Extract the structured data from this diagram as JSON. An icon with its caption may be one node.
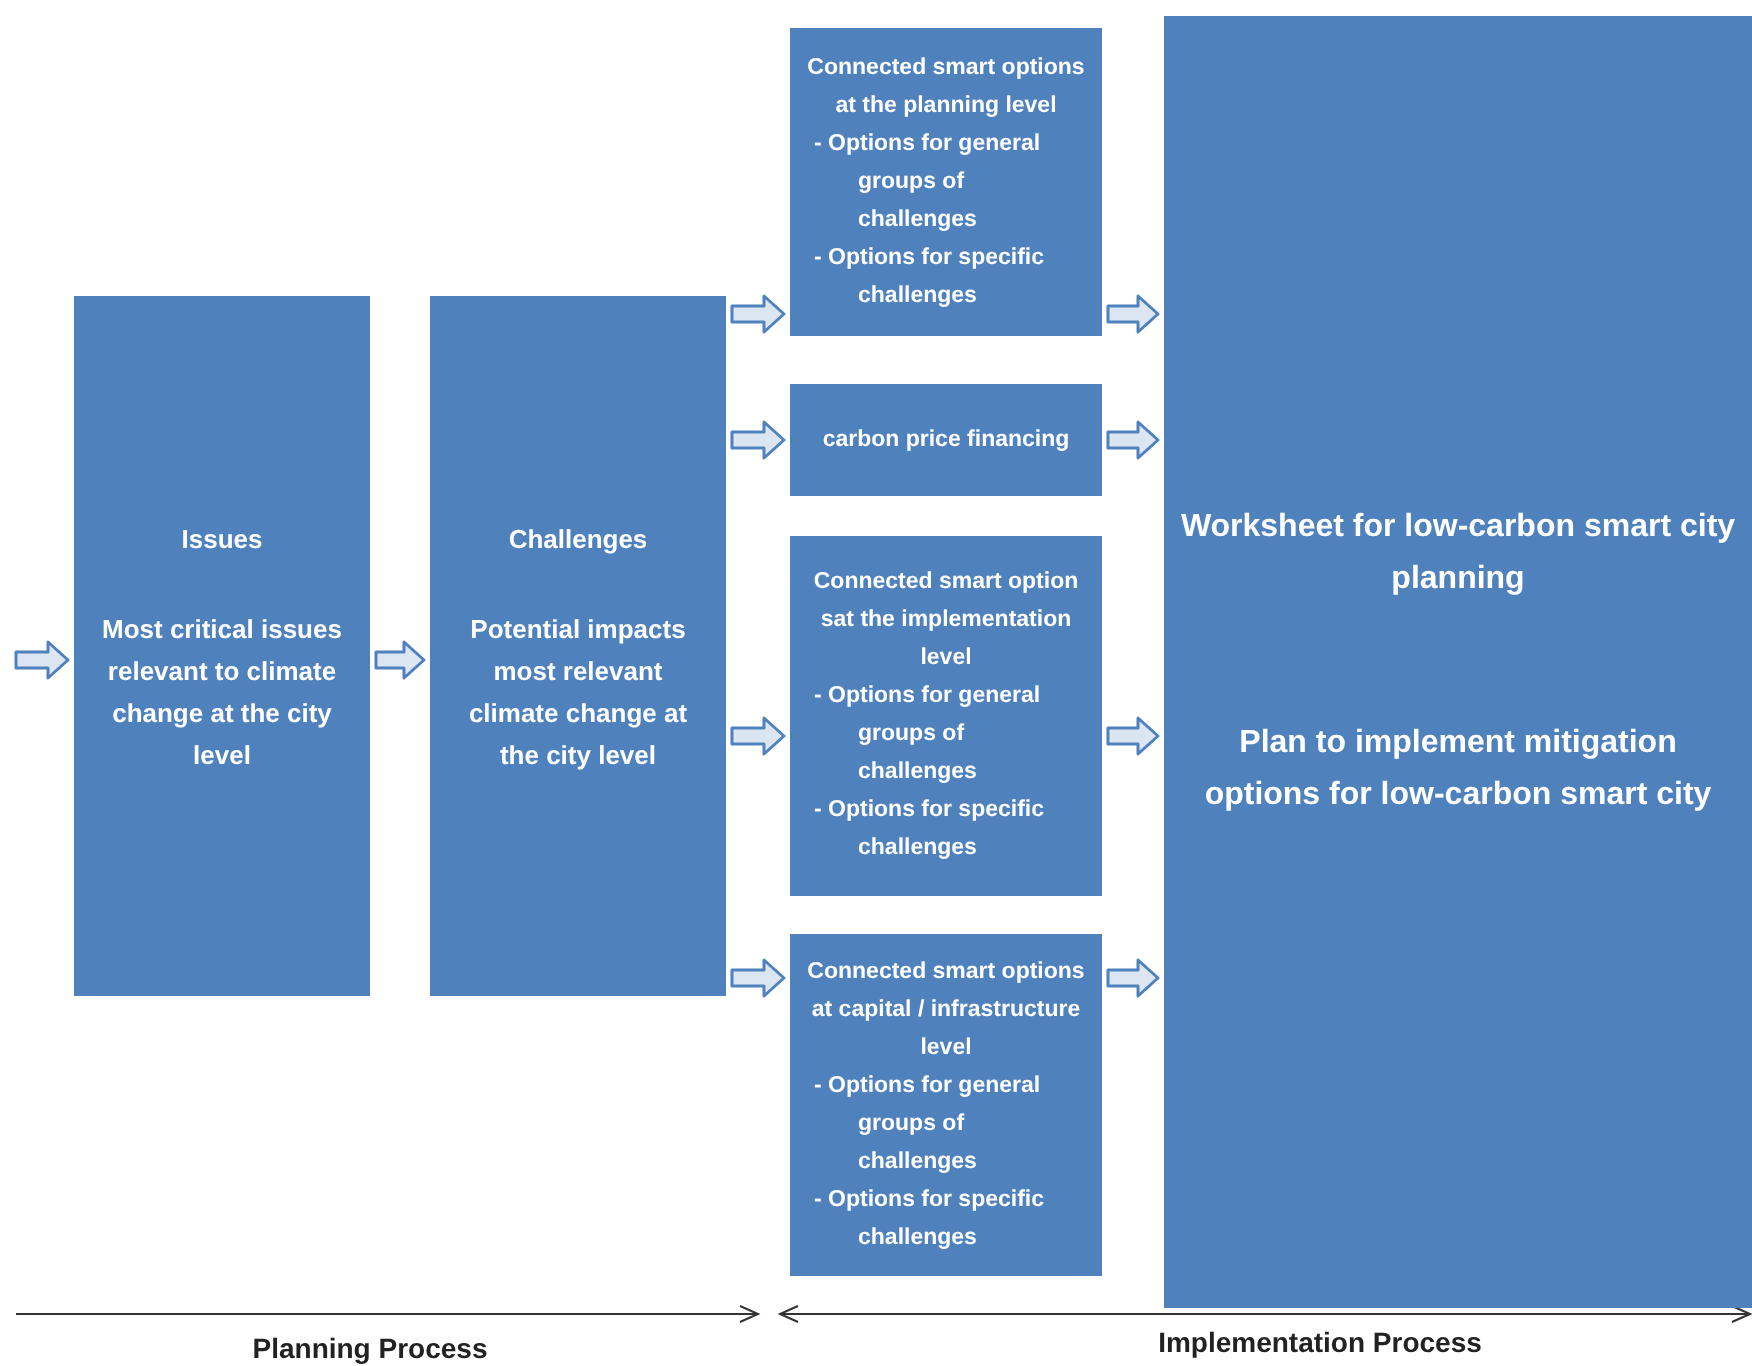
{
  "diagram": {
    "nodes": [
      {
        "text": [
          "Issues",
          "Most critical issues relevant to climate change at the city level"
        ]
      },
      {
        "text": [
          "Challenges",
          "Potential impacts most relevant climate change at the city level"
        ]
      },
      {
        "text": [
          "Connected smart options at the planning level",
          "- Options for general groups of challenges",
          "- Options for specific challenges"
        ]
      },
      {
        "text": [
          "carbon price financing"
        ]
      },
      {
        "text": [
          "Connected smart option sat the implementation level",
          "- Options for general groups of challenges",
          "- Options for specific challenges"
        ]
      },
      {
        "text": [
          "Connected smart options at capital / infrastructure level",
          "- Options for general groups of challenges",
          "- Options for specific challenges"
        ]
      },
      {
        "text": [
          "Worksheet for low-carbon smart city planning",
          "Plan to implement mitigation options for low-carbon smart city"
        ]
      }
    ],
    "edges": [
      {
        "from": null,
        "to": 0,
        "arrow": "to"
      },
      {
        "from": 0,
        "to": 1,
        "arrow": "to"
      },
      {
        "from": 1,
        "to": 2,
        "arrow": "to"
      },
      {
        "from": 1,
        "to": 3,
        "arrow": "to"
      },
      {
        "from": 1,
        "to": 4,
        "arrow": "to"
      },
      {
        "from": 1,
        "to": 5,
        "arrow": "to"
      },
      {
        "from": 2,
        "to": 6,
        "arrow": "to"
      },
      {
        "from": 3,
        "to": 6,
        "arrow": "to"
      },
      {
        "from": 4,
        "to": 6,
        "arrow": "to"
      },
      {
        "from": 5,
        "to": 6,
        "arrow": "to"
      }
    ],
    "labels": [
      "Planning Process",
      "Implementation Process"
    ]
  }
}
